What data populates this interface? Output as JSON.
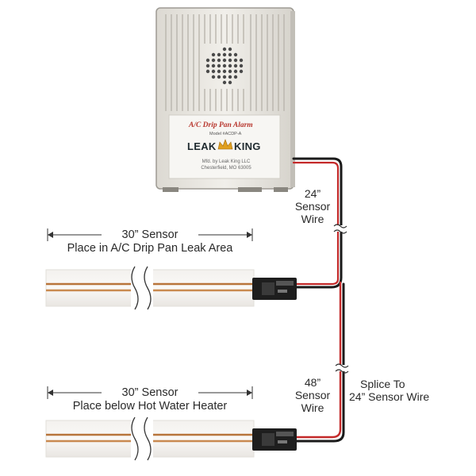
{
  "device": {
    "title": "A/C Drip Pan Alarm",
    "model": "Model #ACDP-A",
    "brand_left": "LEAK",
    "brand_right": "KING",
    "mfr_line1": "Mfd. by Leak King LLC",
    "mfr_line2": "Chesterfield, MO 63005"
  },
  "sensor_top": {
    "length": "30” Sensor",
    "placement": "Place in A/C Drip Pan Leak Area"
  },
  "sensor_bottom": {
    "length": "30” Sensor",
    "placement": "Place  below Hot Water Heater"
  },
  "wire_24": {
    "line1": "24”",
    "line2": "Sensor",
    "line3": "Wire"
  },
  "wire_48": {
    "line1": "48”",
    "line2": "Sensor",
    "line3": "Wire"
  },
  "splice": {
    "line1": "Splice To",
    "line2": "24” Sensor Wire"
  },
  "colors": {
    "wire_black": "#1a1a1a",
    "wire_red": "#c42a2a",
    "device_body": "#ece9e3",
    "label_text": "#2a2a2a",
    "copper": "#b8743a"
  }
}
